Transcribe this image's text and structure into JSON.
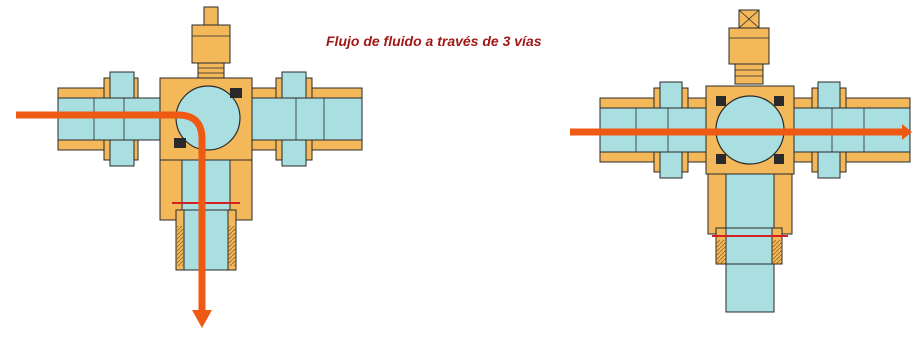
{
  "diagram": {
    "title": "Flujo de fluido a través de 3 vías"
  },
  "colors": {
    "brass": "#f2b85a",
    "brass_dark": "#c98a2a",
    "fluid": "#a9dfe0",
    "flow_arrow": "#ee5a14",
    "outline": "#2a2a2a",
    "title": "#a01818",
    "seal_red": "#d42020"
  },
  "valves": [
    {
      "name": "left-valve",
      "flow": "left-port-to-bottom-port"
    },
    {
      "name": "right-valve",
      "flow": "left-port-to-right-port"
    }
  ]
}
